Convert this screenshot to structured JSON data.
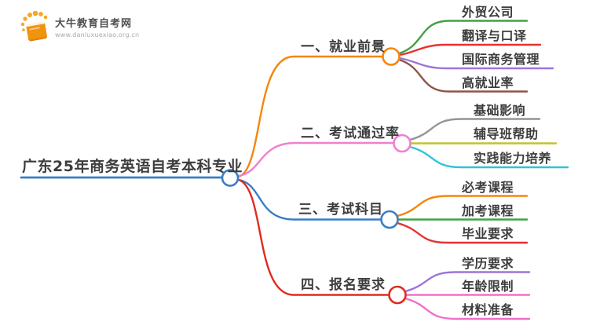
{
  "logo": {
    "title": "大牛教育自考网",
    "url": "www.daniuxuexiao.org.cn",
    "icon": "book-icon",
    "icon_color": "#f0930f",
    "dot_color": "#f6a81f"
  },
  "root": {
    "label": "广东25年商务英语自考本科专业",
    "color": "#3a7dc5"
  },
  "branches": [
    {
      "label": "一、就业前景",
      "color": "#f5860f",
      "children": [
        {
          "label": "外贸公司",
          "color": "#42a047"
        },
        {
          "label": "翻译与口译",
          "color": "#e53232"
        },
        {
          "label": "国际商务管理",
          "color": "#9c75d8"
        },
        {
          "label": "高就业率",
          "color": "#8d564a"
        }
      ]
    },
    {
      "label": "二、考试通过率",
      "color": "#f07fd0",
      "children": [
        {
          "label": "基础影响",
          "color": "#949494"
        },
        {
          "label": "辅导班帮助",
          "color": "#c2c22a"
        },
        {
          "label": "实践能力培养",
          "color": "#30c3d8"
        }
      ]
    },
    {
      "label": "三、考试科目",
      "color": "#3a7dc5",
      "children": [
        {
          "label": "必考课程",
          "color": "#f5860f"
        },
        {
          "label": "加考课程",
          "color": "#42a047"
        },
        {
          "label": "毕业要求",
          "color": "#e53232"
        }
      ]
    },
    {
      "label": "四、报名要求",
      "color": "#e02b20",
      "children": [
        {
          "label": "学历要求",
          "color": "#9c75d8"
        },
        {
          "label": "年龄限制",
          "color": "#f172c5"
        },
        {
          "label": "材料准备",
          "color": "#ef6fc8"
        }
      ]
    }
  ]
}
